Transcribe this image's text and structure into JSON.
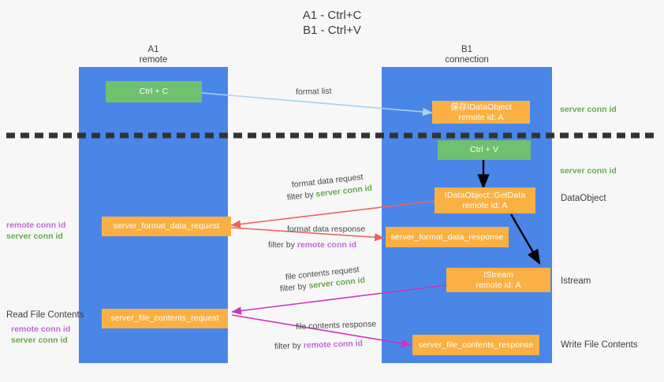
{
  "title": "A1 - Ctrl+C\nB1 - Ctrl+V",
  "columns": {
    "left": {
      "name": "A1",
      "sub": "remote",
      "header": "A1\nremote"
    },
    "right": {
      "name": "B1",
      "sub": "connection",
      "header": "B1\nconnection"
    }
  },
  "boxes": {
    "ctrl_c": {
      "line1": "Ctrl + C",
      "color": "#6fc06f"
    },
    "ctrl_v": {
      "line1": "Ctrl + V",
      "color": "#6fc06f"
    },
    "set_dataobject": {
      "line1": "保存IDataObject",
      "line2": "remote id: A",
      "color": "#fbb044"
    },
    "getdata": {
      "line1": "IDataObject::GetData",
      "line2": "remote id: A",
      "color": "#fbb044"
    },
    "istream": {
      "line1": "IStream",
      "line2": "remote id: A",
      "color": "#fbb044"
    },
    "server_format_data_request": {
      "line1": "server_format_data_request",
      "color": "#fbb044"
    },
    "server_format_data_response": {
      "line1": "server_format_data_response",
      "color": "#fbb044"
    },
    "server_file_contents_request": {
      "line1": "server_file_contents_request",
      "color": "#fbb044"
    },
    "server_file_contents_response": {
      "line1": "server_file_contents_response",
      "color": "#fbb044"
    }
  },
  "edge_labels": {
    "format_list": "format list",
    "format_data_request": "format data request",
    "format_data_request_filter_prefix": "filter by ",
    "format_data_request_filter_value": "server conn id",
    "format_data_response": "format data response",
    "format_data_response_filter_prefix": "filter by ",
    "format_data_response_filter_value": "remote conn id",
    "file_contents_request": "file contents request",
    "file_contents_request_filter_prefix": "filter by ",
    "file_contents_request_filter_value": "server conn id",
    "file_contents_response": "file contents response",
    "file_contents_response_filter_prefix": "filter by ",
    "file_contents_response_filter_value": "remote conn id"
  },
  "side_labels": {
    "right_server_conn_id_top": "server conn id",
    "right_server_conn_id_mid": "server conn id",
    "right_dataobject": "DataObject",
    "right_istream": "Istream",
    "right_write_file_contents": "Write File Contents",
    "left_remote_conn_id_1": "remote conn id",
    "left_server_conn_id_1": "server conn id",
    "left_read_file_contents": "Read File Contents",
    "left_remote_conn_id_2": "remote conn id",
    "left_server_conn_id_2": "server conn id"
  },
  "colors": {
    "lane": "#4a86e8",
    "green_box": "#6fc06f",
    "orange_box": "#fbb044",
    "green_text": "#6aa84f",
    "purple_text": "#c06bd6",
    "arrow_blue": "#a8d2f0",
    "arrow_red": "#e8655f",
    "arrow_magenta": "#cc33bb",
    "arrow_black": "#000000",
    "background": "#f7f7f7",
    "divider": "#333333"
  }
}
